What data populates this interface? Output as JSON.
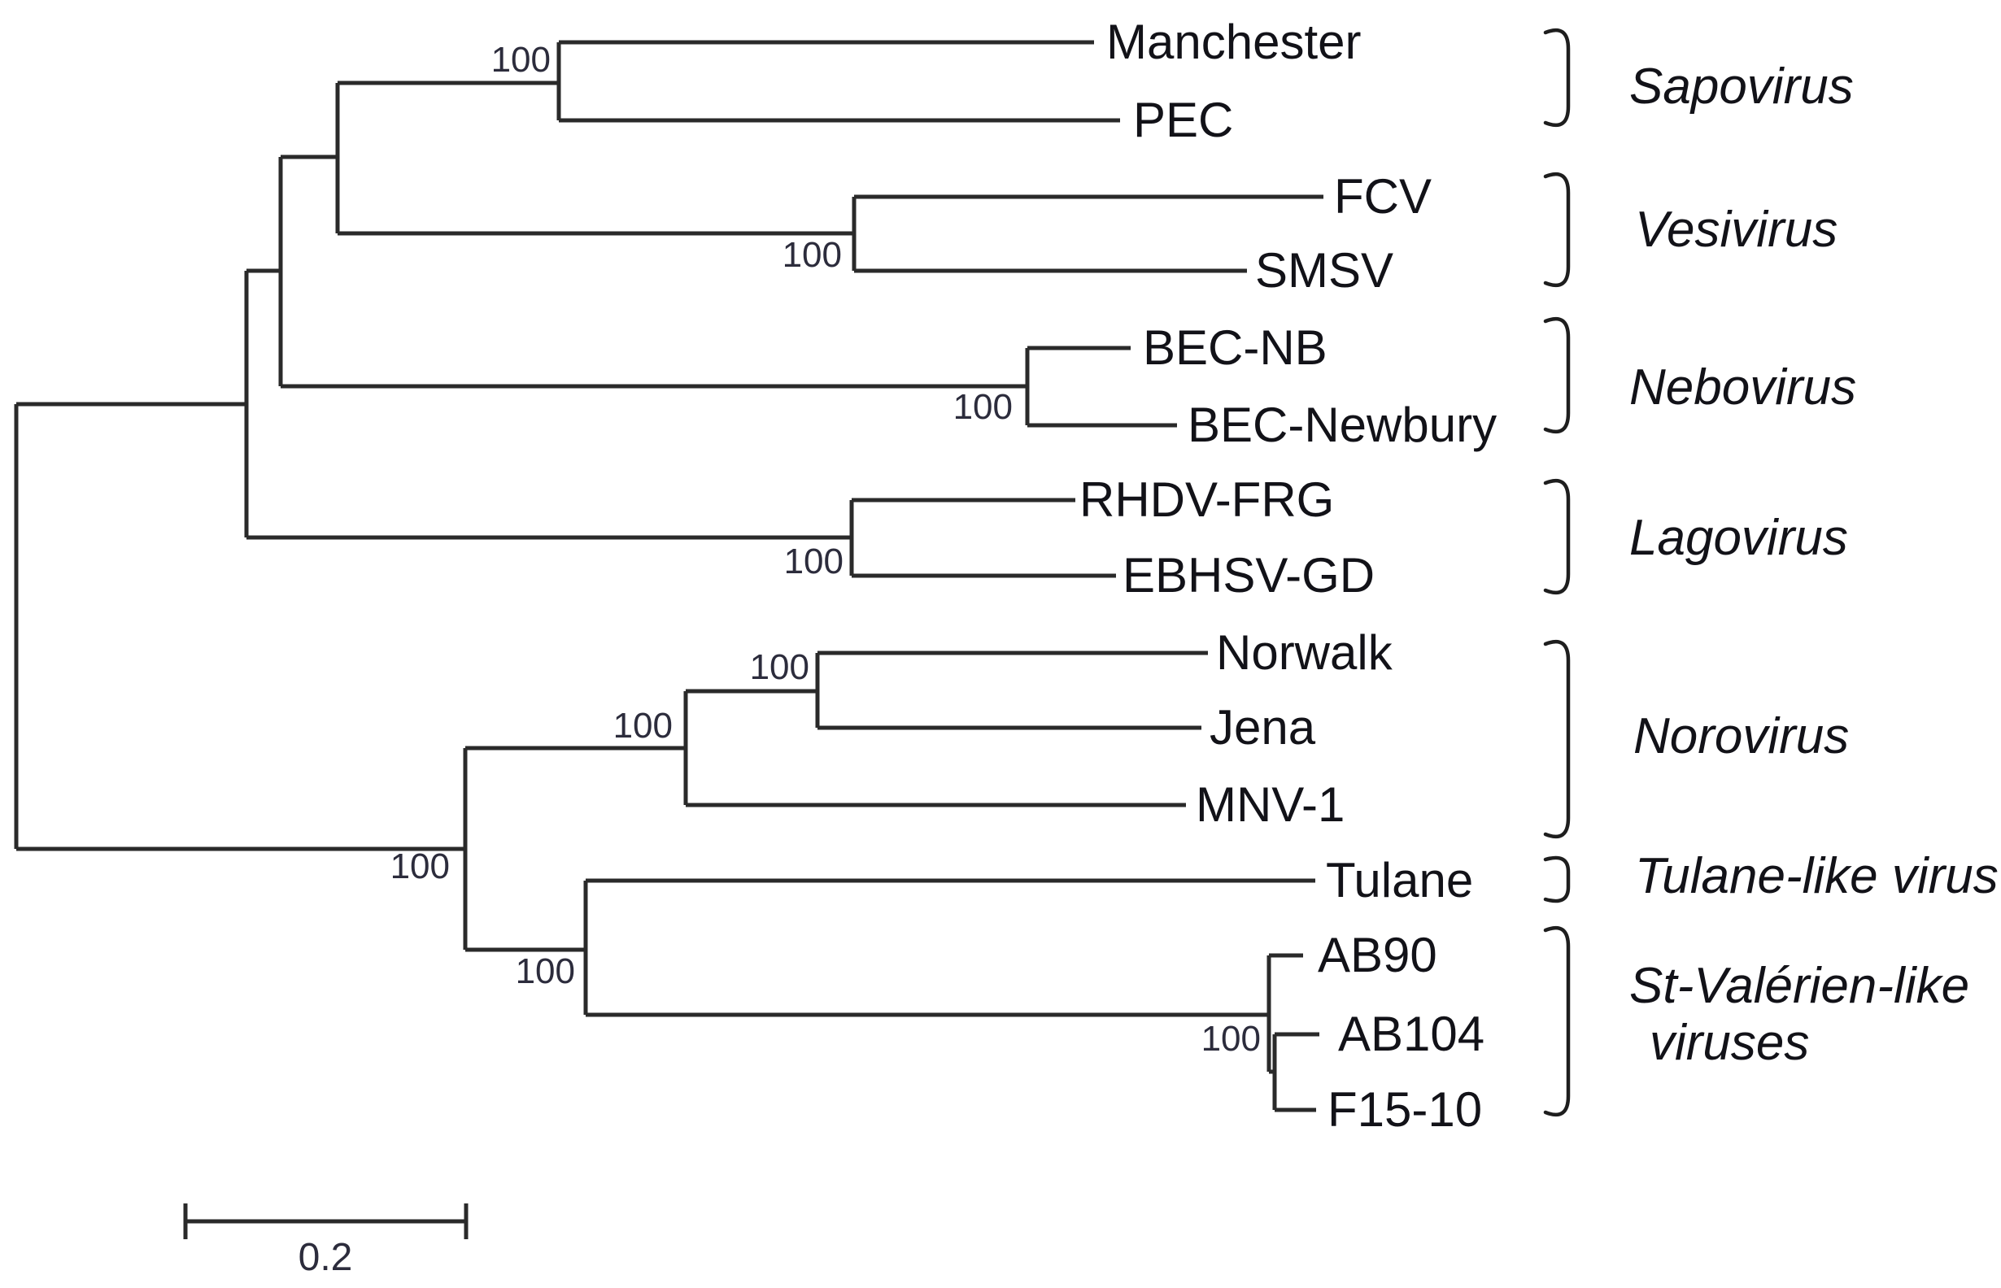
{
  "figure": {
    "type": "phylogenetic-tree",
    "description": "Unrooted-style rectangular cladogram of the family Caliciviridae based on full-length genomes, with bootstrap values and genus brackets",
    "scale_bar": {
      "label": "0.2"
    },
    "clades": [
      {
        "genus": "Sapovirus",
        "members": [
          "Manchester",
          "PEC"
        ]
      },
      {
        "genus": "Vesivirus",
        "members": [
          "FCV",
          "SMSV"
        ]
      },
      {
        "genus": "Nebovirus",
        "members": [
          "BEC-NB",
          "BEC-Newbury"
        ]
      },
      {
        "genus": "Lagovirus",
        "members": [
          "RHDV-FRG",
          "EBHSV-GD"
        ]
      },
      {
        "genus": "Norovirus",
        "members": [
          "Norwalk",
          "Jena",
          "MNV-1"
        ]
      },
      {
        "genus": "Tulane-like virus",
        "members": [
          "Tulane"
        ]
      },
      {
        "genus": "St-Valérien-like viruses",
        "members": [
          "AB90",
          "AB104",
          "F15-10"
        ]
      }
    ]
  },
  "leaves": [
    {
      "label": "Manchester"
    },
    {
      "label": "PEC"
    },
    {
      "label": "FCV"
    },
    {
      "label": "SMSV"
    },
    {
      "label": "BEC-NB"
    },
    {
      "label": "BEC-Newbury"
    },
    {
      "label": "RHDV-FRG"
    },
    {
      "label": "EBHSV-GD"
    },
    {
      "label": "Norwalk"
    },
    {
      "label": "Jena"
    },
    {
      "label": "MNV-1"
    },
    {
      "label": "Tulane"
    },
    {
      "label": "AB90"
    },
    {
      "label": "AB104"
    },
    {
      "label": "F15-10"
    }
  ],
  "genera": [
    {
      "label": "Sapovirus"
    },
    {
      "label": "Vesivirus"
    },
    {
      "label": "Nebovirus"
    },
    {
      "label": "Lagovirus"
    },
    {
      "label": "Norovirus"
    },
    {
      "label": "Tulane-like virus"
    },
    {
      "label": "St-Valérien-like",
      "label2": "viruses"
    }
  ],
  "bootstraps": [
    {
      "node": "sapovirus",
      "value": "100"
    },
    {
      "node": "vesivirus",
      "value": "100"
    },
    {
      "node": "nebovirus",
      "value": "100"
    },
    {
      "node": "lagovirus",
      "value": "100"
    },
    {
      "node": "norwalk-jena",
      "value": "100"
    },
    {
      "node": "norovirus",
      "value": "100"
    },
    {
      "node": "noro-tulane-stv",
      "value": "100"
    },
    {
      "node": "tulane-stv",
      "value": "100"
    },
    {
      "node": "st-valerien",
      "value": "100"
    }
  ],
  "scale_bar": {
    "label": "0.2"
  }
}
